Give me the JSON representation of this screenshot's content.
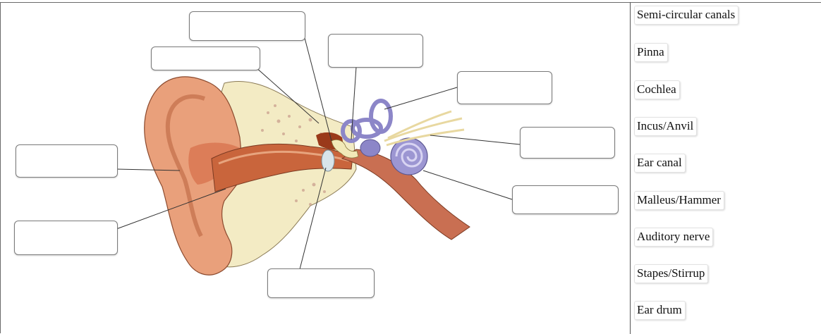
{
  "word_bank": [
    "Semi-circular canals",
    "Pinna",
    "Cochlea",
    "Incus/Anvil",
    "Ear canal",
    "Malleus/Hammer",
    "Auditory nerve",
    "Stapes/Stirrup",
    "Ear drum"
  ],
  "blank_label_count": 9,
  "colors": {
    "outer_ear": "#e9a07b",
    "canal_dark": "#b4532c",
    "bone": "#f3ebc4",
    "inner_ear": "#8c86c8",
    "box_border": "#7a7a7a"
  }
}
